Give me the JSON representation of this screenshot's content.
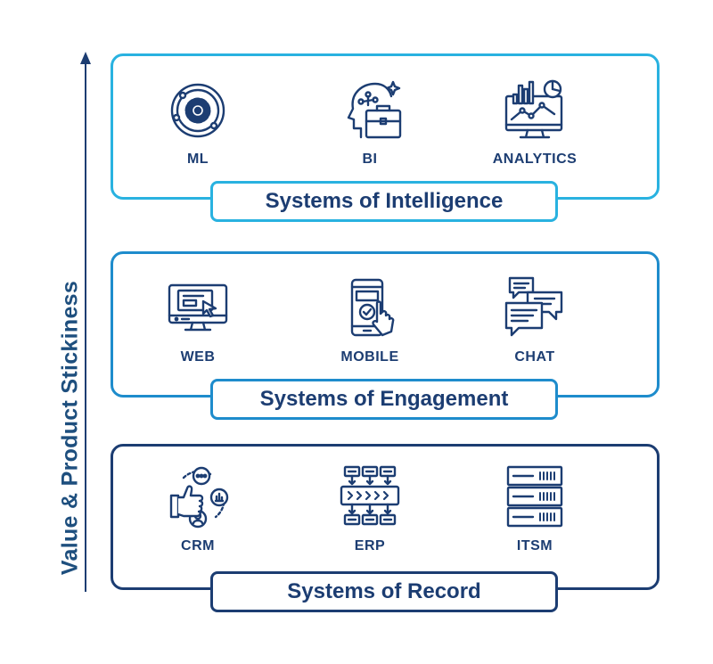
{
  "axis": {
    "label": "Value & Product Stickiness"
  },
  "tiers": [
    {
      "title": "Systems of Intelligence",
      "color": "#29b2e0",
      "items": [
        {
          "label": "ML",
          "icon": "gear-circuit-icon"
        },
        {
          "label": "BI",
          "icon": "head-briefcase-icon"
        },
        {
          "label": "ANALYTICS",
          "icon": "monitor-chart-icon"
        }
      ]
    },
    {
      "title": "Systems of Engagement",
      "color": "#1e8ccc",
      "items": [
        {
          "label": "WEB",
          "icon": "monitor-cursor-icon"
        },
        {
          "label": "MOBILE",
          "icon": "phone-tap-icon"
        },
        {
          "label": "CHAT",
          "icon": "chat-bubbles-icon"
        }
      ]
    },
    {
      "title": "Systems of Record",
      "color": "#1c3d72",
      "items": [
        {
          "label": "CRM",
          "icon": "customer-cycle-icon"
        },
        {
          "label": "ERP",
          "icon": "workflow-icon"
        },
        {
          "label": "ITSM",
          "icon": "server-rack-icon"
        }
      ]
    }
  ]
}
